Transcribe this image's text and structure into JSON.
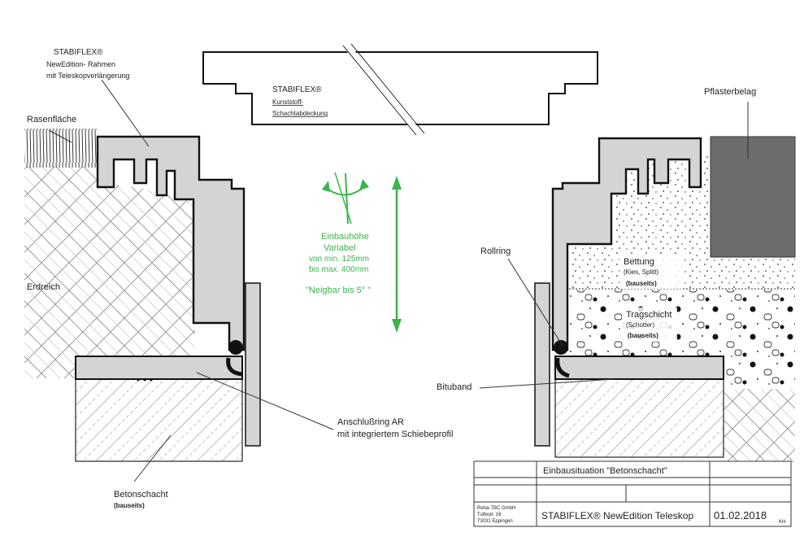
{
  "labels": {
    "frame_brand": "STABIFLEX®",
    "frame_line1": "NewEdition- Rahmen",
    "frame_line2": "mit Teleskopverlängerung",
    "cover_brand": "STABIFLEX®",
    "cover_line1": "Kunststoff-",
    "cover_line2": "Schachtabdeckung",
    "lawn": "Rasenfläche",
    "soil": "Erdreich",
    "paving": "Pflasterbelag",
    "roll_ring": "Rollring",
    "bedding": "Bettung",
    "bedding_sub": "(Kies, Splitt)",
    "bedding_note": "(bauseits)",
    "base_layer": "Tragschicht",
    "base_layer_sub": "(Schotter)",
    "base_layer_note": "(bauseits)",
    "bitumen_tape": "Bituband",
    "ring_line1": "Anschlußring AR",
    "ring_line2": "mit integriertem Schiebeprofil",
    "shaft": "Betonschacht",
    "shaft_note": "(bauseits)"
  },
  "height_note": {
    "line1": "Einbauhöhe",
    "line2": "Variabel",
    "line3": "von min. 125mm",
    "line4": "bis max. 400mm",
    "tilt": "\"Neigbar bis 5° \""
  },
  "title_block": {
    "title": "Einbausituation \"Betonschacht\"",
    "company_line1": "Reha-TBC GmbH",
    "company_line2": "Tulfestr. 16",
    "company_line3": "73031 Eppingen",
    "product": "STABIFLEX® NewEdition Teleskop",
    "date": "01.02.2018",
    "initials": "KH"
  },
  "colors": {
    "profile_fill": "#d4d4d4",
    "outline": "#111111",
    "paving_fill": "#6d6d6d",
    "annotation_green": "#3cb44b"
  }
}
